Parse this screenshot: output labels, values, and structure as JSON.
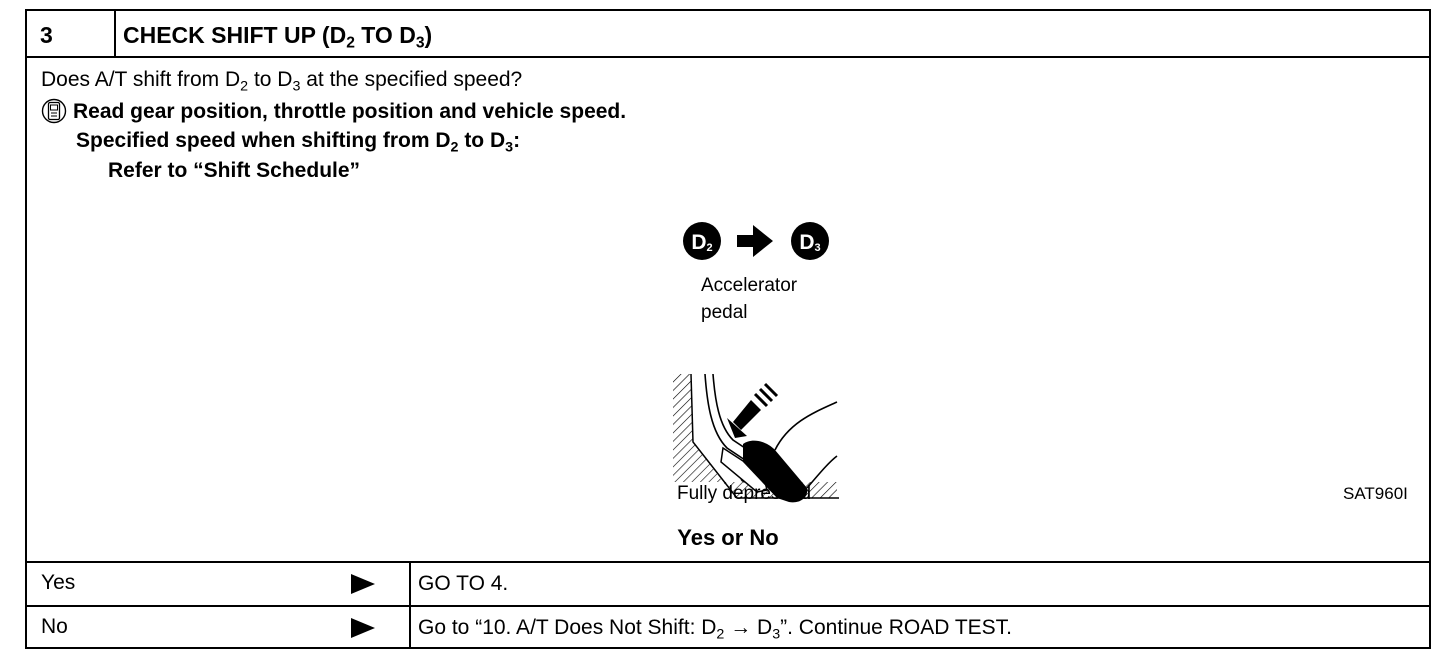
{
  "header": {
    "step_number": "3",
    "title_prefix": "CHECK SHIFT UP (D",
    "title_sub1": "2",
    "title_mid": " TO D",
    "title_sub2": "3",
    "title_suffix": ")"
  },
  "body": {
    "question_a": "Does A/T shift from D",
    "question_sub1": "2",
    "question_b": " to D",
    "question_sub2": "3",
    "question_c": " at the specified speed?",
    "instruction": "Read gear position, throttle position and vehicle speed.",
    "spec_a": "Specified speed when shifting from D",
    "spec_sub1": "2",
    "spec_b": " to D",
    "spec_sub2": "3",
    "spec_c": ":",
    "refer": "Refer to “Shift Schedule”"
  },
  "figure": {
    "gear_from": "D2",
    "gear_to": "D3",
    "accel_line1": "Accelerator",
    "accel_line2": "pedal",
    "fully_depressed": "Fully depressed",
    "ref_code": "SAT960I"
  },
  "prompt": "Yes or No",
  "rows": [
    {
      "label": "Yes",
      "text": "GO TO 4."
    },
    {
      "label": "No",
      "text_a": "Go to “10. A/T Does Not Shift: D",
      "text_sub1": "2",
      "text_b": " → D",
      "text_sub2": "3",
      "text_c": "”. Continue ROAD TEST."
    }
  ]
}
